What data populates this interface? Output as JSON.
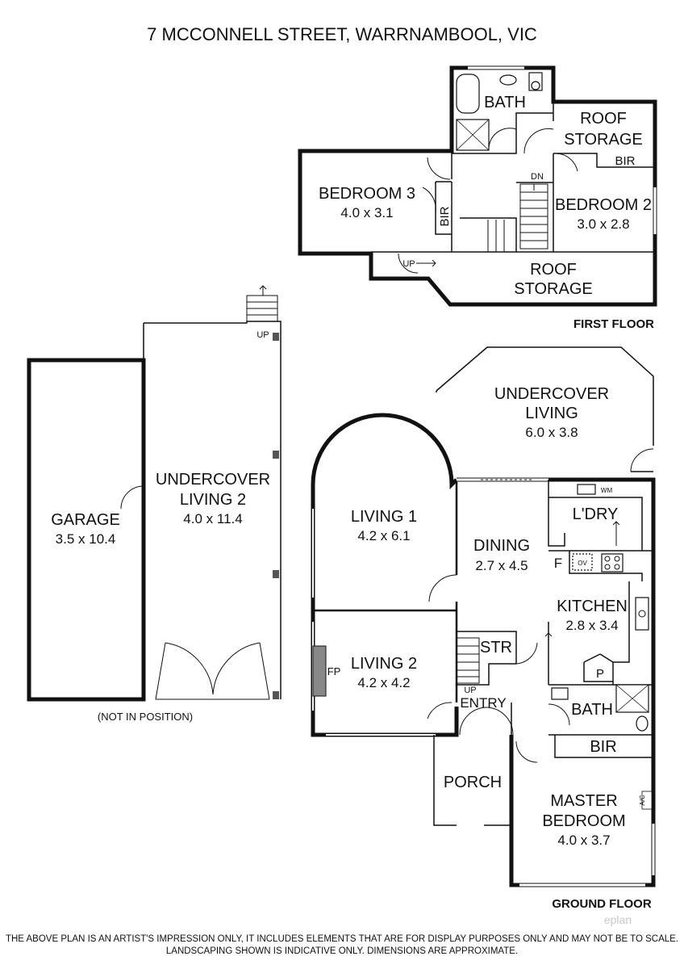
{
  "title": "7 MCCONNELL STREET, WARRNAMBOOL, VIC",
  "floors": {
    "first": "FIRST FLOOR",
    "ground": "GROUND FLOOR"
  },
  "rooms": {
    "bath_first": "BATH",
    "roof_storage_1": [
      "ROOF",
      "STORAGE"
    ],
    "bir_first_right": "BIR",
    "bedroom3": {
      "name": "BEDROOM 3",
      "dims": "4.0 x 3.1"
    },
    "bir_first_left": "BIR",
    "bedroom2": {
      "name": "BEDROOM 2",
      "dims": "3.0 x 2.8"
    },
    "roof_storage_2": [
      "ROOF",
      "STORAGE"
    ],
    "garage": {
      "name": "GARAGE",
      "dims": "3.5 x 10.4"
    },
    "undercover_living_2": {
      "name": [
        "UNDERCOVER",
        "LIVING 2"
      ],
      "dims": "4.0 x 11.4"
    },
    "undercover_living": {
      "name": [
        "UNDERCOVER",
        "LIVING"
      ],
      "dims": "6.0 x 3.8"
    },
    "living1": {
      "name": "LIVING 1",
      "dims": "4.2 x 6.1"
    },
    "dining": {
      "name": "DINING",
      "dims": "2.7 x 4.5"
    },
    "laundry": "L'DRY",
    "kitchen": {
      "name": "KITCHEN",
      "dims": "2.8 x 3.4"
    },
    "living2": {
      "name": "LIVING 2",
      "dims": "4.2 x 4.2"
    },
    "str": "STR",
    "entry": "ENTRY",
    "bath_ground": "BATH",
    "bir_ground": "BIR",
    "porch": "PORCH",
    "master": {
      "name": [
        "MASTER",
        "BEDROOM"
      ],
      "dims": "4.0 x 3.7"
    }
  },
  "labels": {
    "dn": "DN",
    "up_first": "UP",
    "up_garage": "UP",
    "up_ground": "UP",
    "wm": "WM",
    "ov": "OV",
    "f": "F",
    "p": "P",
    "fp": "FP",
    "ac": "A/C",
    "not_in_position": "(NOT IN POSITION)"
  },
  "disclaimer": [
    "THE ABOVE PLAN IS AN ARTIST'S IMPRESSION ONLY, IT INCLUDES ELEMENTS THAT ARE FOR DISPLAY PURPOSES ONLY AND MAY NOT BE TO SCALE.",
    "LANDSCAPING SHOWN IS INDICATIVE ONLY. DIMENSIONS ARE APPROXIMATE."
  ],
  "watermark": "eplan"
}
